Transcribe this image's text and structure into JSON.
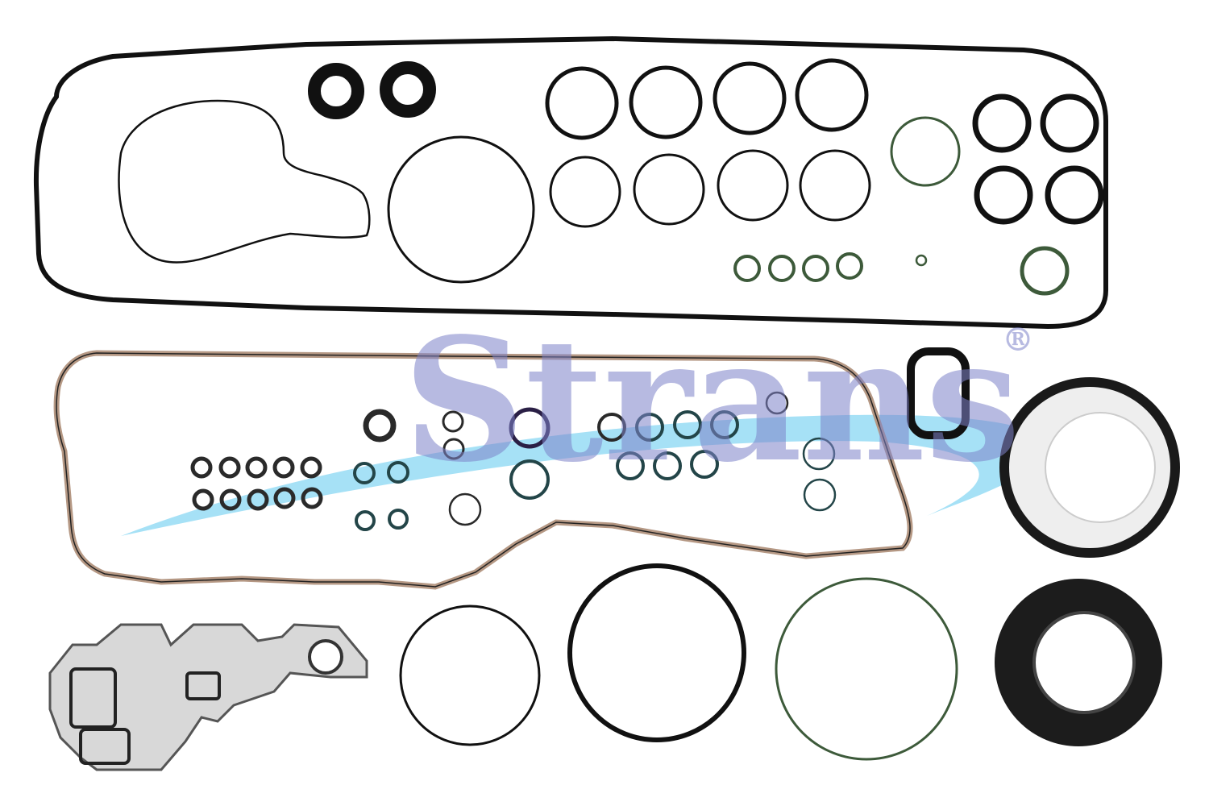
{
  "watermark": {
    "brand": "Strans",
    "registered_mark": "®",
    "text_color": "#7e83c9",
    "swoosh_color": "#5cc8ef"
  },
  "colors": {
    "black_rubber": "#111111",
    "green_rubber": "#3d5a3a",
    "teal_rubber": "#234548",
    "purple_rubber": "#2a1f45",
    "metal_gasket": "#b59884",
    "metal_plate": "#d8d8d8",
    "seal_white": "#eeeeee"
  },
  "parts": {
    "valve_cover_gasket": "gasket-outline",
    "oil_pan_gasket": "gasket-outline",
    "oil_cooler_plate": "plate-gasket",
    "crank_seals": "seal-ring",
    "o_rings": "o-ring"
  }
}
